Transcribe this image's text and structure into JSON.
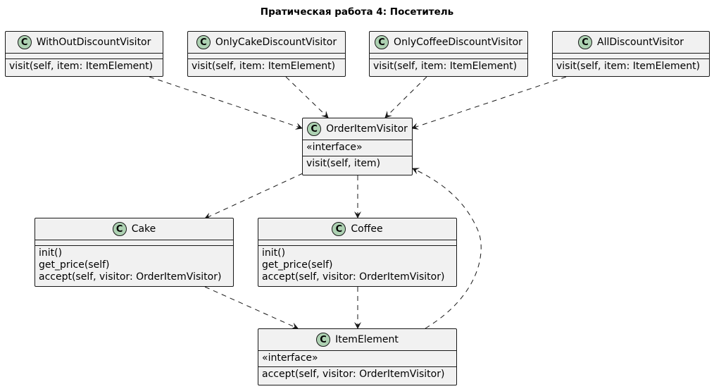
{
  "diagram": {
    "title": "Пратическая работа 4: Посетитель",
    "class_badge": "C",
    "classes": {
      "without": {
        "name": "WithOutDiscountVisitor",
        "stereotype": "",
        "fields": [],
        "methods": [
          "visit(self, item: ItemElement)"
        ]
      },
      "onlycake": {
        "name": "OnlyCakeDiscountVisitor",
        "stereotype": "",
        "fields": [],
        "methods": [
          "visit(self, item: ItemElement)"
        ]
      },
      "onlycoffee": {
        "name": "OnlyCoffeeDiscountVisitor",
        "stereotype": "",
        "fields": [],
        "methods": [
          "visit(self, item: ItemElement)"
        ]
      },
      "alldiscount": {
        "name": "AllDiscountVisitor",
        "stereotype": "",
        "fields": [],
        "methods": [
          "visit(self, item: ItemElement)"
        ]
      },
      "orderitemvisitor": {
        "name": "OrderItemVisitor",
        "stereotype": "«interface»",
        "methods": [
          "visit(self, item)"
        ]
      },
      "cake": {
        "name": "Cake",
        "stereotype": "",
        "fields": [],
        "methods": [
          "init()",
          "get_price(self)",
          "accept(self, visitor: OrderItemVisitor)"
        ]
      },
      "coffee": {
        "name": "Coffee",
        "stereotype": "",
        "fields": [],
        "methods": [
          "init()",
          "get_price(self)",
          "accept(self, visitor: OrderItemVisitor)"
        ]
      },
      "itemelement": {
        "name": "ItemElement",
        "stereotype": "«interface»",
        "methods": [
          "accept(self, visitor: OrderItemVisitor)"
        ]
      }
    },
    "relations": [
      {
        "from": "WithOutDiscountVisitor",
        "to": "OrderItemVisitor",
        "style": "dashed"
      },
      {
        "from": "OnlyCakeDiscountVisitor",
        "to": "OrderItemVisitor",
        "style": "dashed"
      },
      {
        "from": "OnlyCoffeeDiscountVisitor",
        "to": "OrderItemVisitor",
        "style": "dashed"
      },
      {
        "from": "AllDiscountVisitor",
        "to": "OrderItemVisitor",
        "style": "dashed"
      },
      {
        "from": "OrderItemVisitor",
        "to": "Cake",
        "style": "dashed"
      },
      {
        "from": "OrderItemVisitor",
        "to": "Coffee",
        "style": "dashed"
      },
      {
        "from": "Cake",
        "to": "ItemElement",
        "style": "dashed"
      },
      {
        "from": "Coffee",
        "to": "ItemElement",
        "style": "dashed"
      },
      {
        "from": "ItemElement",
        "to": "OrderItemVisitor",
        "style": "dashed"
      }
    ],
    "colors": {
      "class_fill": "#f1f1f1",
      "badge_fill": "#add1b2",
      "stroke": "#181818"
    }
  }
}
